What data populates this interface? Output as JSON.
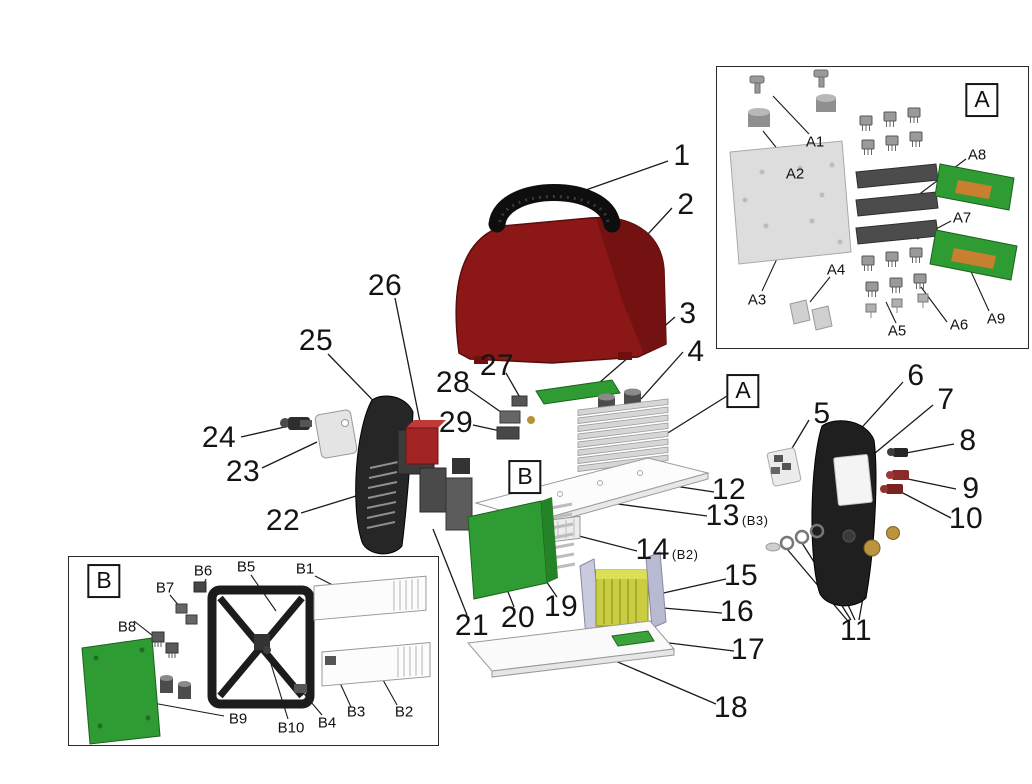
{
  "colors": {
    "background": "#ffffff",
    "cover_red": "#8b1717",
    "pcb_green": "#2f9b33",
    "copper_pad": "#c87f2f",
    "panel_black": "#1f1f1f",
    "coil_yellow": "#c9cd3f",
    "metal_gray": "#d6d6d6",
    "line_black": "#141414"
  },
  "callouts": {
    "n1": "1",
    "n2": "2",
    "n3": "3",
    "n4": "4",
    "n5": "5",
    "n6": "6",
    "n7": "7",
    "n8": "8",
    "n9": "9",
    "n10": "10",
    "n11": "11",
    "n12": "12",
    "n13": "13",
    "n13_suffix": "(B3)",
    "n14": "14",
    "n14_suffix": "(B2)",
    "n15": "15",
    "n16": "16",
    "n17": "17",
    "n18": "18",
    "n19": "19",
    "n20": "20",
    "n21": "21",
    "n22": "22",
    "n23": "23",
    "n24": "24",
    "n25": "25",
    "n26": "26",
    "n27": "27",
    "n28": "28",
    "n29": "29"
  },
  "section_markers": {
    "a": "A",
    "b": "B"
  },
  "inset_a": {
    "title": "A",
    "labels": {
      "a1": "A1",
      "a2": "A2",
      "a3": "A3",
      "a4": "A4",
      "a5": "A5",
      "a6": "A6",
      "a7": "A7",
      "a8": "A8",
      "a9": "A9"
    }
  },
  "inset_b": {
    "title": "B",
    "labels": {
      "b1": "B1",
      "b2": "B2",
      "b3": "B3",
      "b4": "B4",
      "b5": "B5",
      "b6": "B6",
      "b7": "B7",
      "b8": "B8",
      "b9": "B9",
      "b10": "B10"
    }
  }
}
